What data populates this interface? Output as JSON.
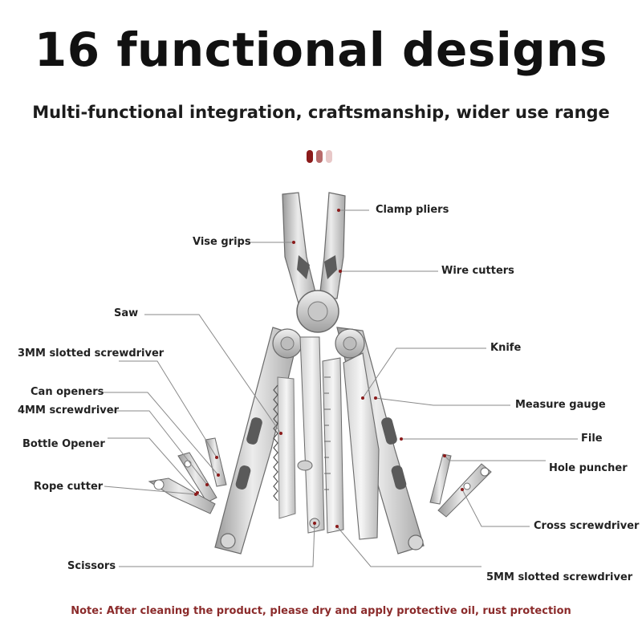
{
  "header": {
    "title": "16 functional designs",
    "subtitle": "Multi-functional integration, craftsmanship, wider use range"
  },
  "colors": {
    "dot_1": "#8b1a1a",
    "dot_2": "#b86a6a",
    "dot_3": "#e8c8c8",
    "note": "#8b2b2b",
    "steel_light": "#e4e4e4",
    "steel_mid": "#b8b8b8",
    "steel_dark": "#6a6a6a",
    "leader_line": "#888888"
  },
  "labels": {
    "clamp_pliers": "Clamp pliers",
    "vise_grips": "Vise grips",
    "wire_cutters": "Wire cutters",
    "saw": "Saw",
    "knife": "Knife",
    "slotted_3mm": "3MM slotted screwdriver",
    "can_openers": "Can openers",
    "measure_gauge": "Measure gauge",
    "screwdriver_4mm": "4MM screwdriver",
    "bottle_opener": "Bottle Opener",
    "file": "File",
    "hole_puncher": "Hole puncher",
    "rope_cutter": "Rope cutter",
    "cross_screwdriver": "Cross screwdriver",
    "scissors": "Scissors",
    "slotted_5mm": "5MM slotted screwdriver"
  },
  "footer": {
    "note": "Note: After cleaning the product, please dry and apply protective oil, rust protection"
  }
}
